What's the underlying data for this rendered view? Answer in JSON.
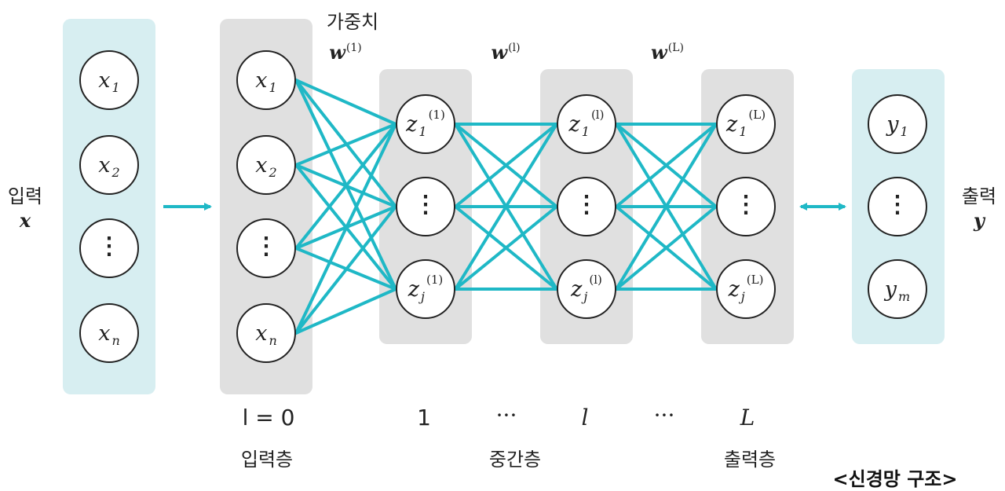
{
  "labels": {
    "weight_title": "가중치",
    "weight_1": "w",
    "weight_1_sup": "(1)",
    "weight_l": "w",
    "weight_l_sup": "(l)",
    "weight_L": "w",
    "weight_L_sup": "(L)",
    "input_ko": "입력",
    "input_sym": "x",
    "output_ko": "출력",
    "output_sym": "y",
    "layer_l0": "l = 0",
    "layer_1": "1",
    "layer_dots_a": "···",
    "layer_l": "l",
    "layer_dots_b": "···",
    "layer_L": "L",
    "input_layer": "입력층",
    "hidden_layer": "중간층",
    "output_layer": "출력층",
    "caption": "<신경망 구조>"
  },
  "nodes": {
    "in_x1": {
      "base": "x",
      "sub": "1"
    },
    "in_x2": {
      "base": "x",
      "sub": "2"
    },
    "in_dots": {
      "dots": "⋮"
    },
    "in_xn": {
      "base": "x",
      "sub": "n"
    },
    "l0_x1": {
      "base": "x",
      "sub": "1"
    },
    "l0_x2": {
      "base": "x",
      "sub": "2"
    },
    "l0_dots": {
      "dots": "⋮"
    },
    "l0_xn": {
      "base": "x",
      "sub": "n"
    },
    "h1_z1": {
      "base": "z",
      "sub": "1",
      "sup": "(1)"
    },
    "h1_dots": {
      "dots": "⋮"
    },
    "h1_zj": {
      "base": "z",
      "sub": "j",
      "sup": "(1)"
    },
    "hl_z1": {
      "base": "z",
      "sub": "1",
      "sup": "(l)"
    },
    "hl_dots": {
      "dots": "⋮"
    },
    "hl_zj": {
      "base": "z",
      "sub": "j",
      "sup": "(l)"
    },
    "hL_z1": {
      "base": "z",
      "sub": "1",
      "sup": "(L)"
    },
    "hL_dots": {
      "dots": "⋮"
    },
    "hL_zj": {
      "base": "z",
      "sub": "j",
      "sup": "(L)"
    },
    "out_y1": {
      "base": "y",
      "sub": "1"
    },
    "out_dots": {
      "dots": "⋮"
    },
    "out_ym": {
      "base": "y",
      "sub": "m"
    }
  },
  "colors": {
    "connection": "#1fb8c6",
    "teal_panel": "#d7eef1",
    "gray_panel": "#e0e0e0"
  }
}
